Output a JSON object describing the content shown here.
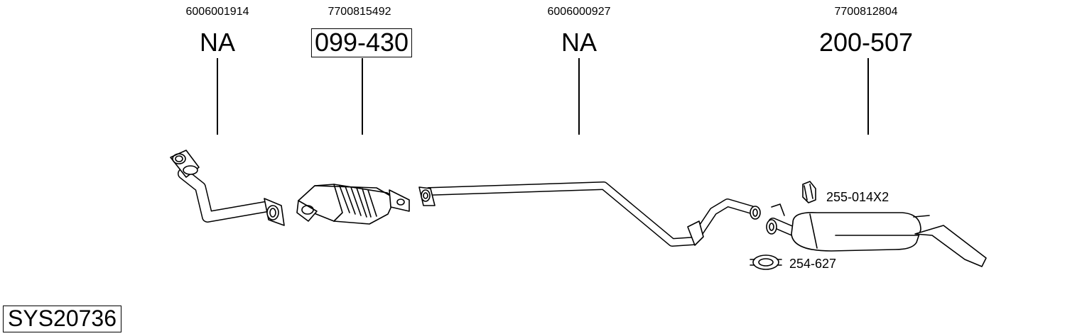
{
  "parts": [
    {
      "oem": "6006001914",
      "code": "NA"
    },
    {
      "oem": "7700815492",
      "code": "099-430"
    },
    {
      "oem": "6006000927",
      "code": "NA"
    },
    {
      "oem": "7700812804",
      "code": "200-507"
    }
  ],
  "accessories": [
    {
      "code": "255-014X2"
    },
    {
      "code": "254-627"
    }
  ],
  "system_id": "SYS20736"
}
